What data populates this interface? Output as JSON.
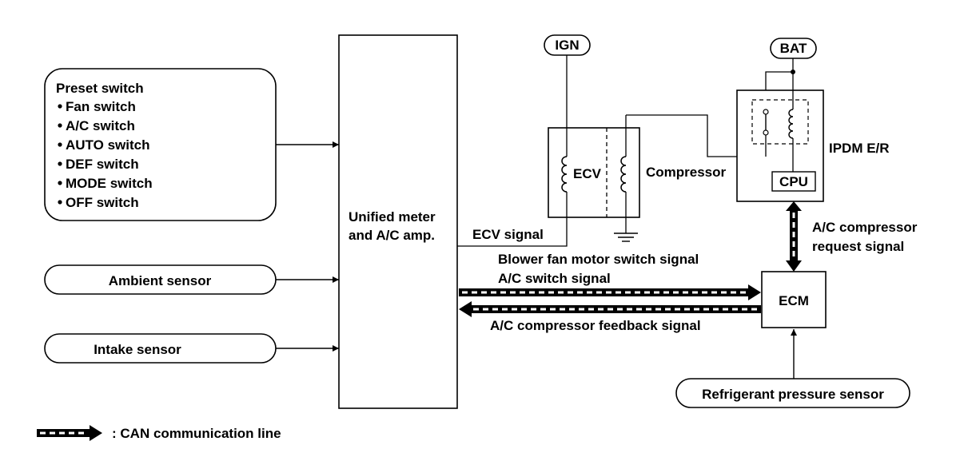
{
  "preset_box": {
    "title": "Preset switch",
    "items": [
      "Fan switch",
      "A/C switch",
      "AUTO switch",
      "DEF switch",
      "MODE switch",
      "OFF switch"
    ]
  },
  "sensors": {
    "ambient": "Ambient sensor",
    "intake": "Intake sensor",
    "refrigerant": "Refrigerant pressure sensor"
  },
  "amp": {
    "line1": "Unified meter",
    "line2": "and A/C amp."
  },
  "power": {
    "ign": "IGN",
    "bat": "BAT"
  },
  "ecv": {
    "label": "ECV",
    "compressor": "Compressor"
  },
  "ipdm": {
    "label": "IPDM E/R",
    "cpu": "CPU"
  },
  "ecm": {
    "label": "ECM"
  },
  "signals": {
    "ecv_signal": "ECV signal",
    "blower": "Blower fan motor switch signal",
    "ac_switch": "A/C switch signal",
    "feedback": "A/C compressor feedback signal",
    "request_line1": "A/C compressor",
    "request_line2": "request signal"
  },
  "legend": {
    "text": ": CAN communication line"
  }
}
